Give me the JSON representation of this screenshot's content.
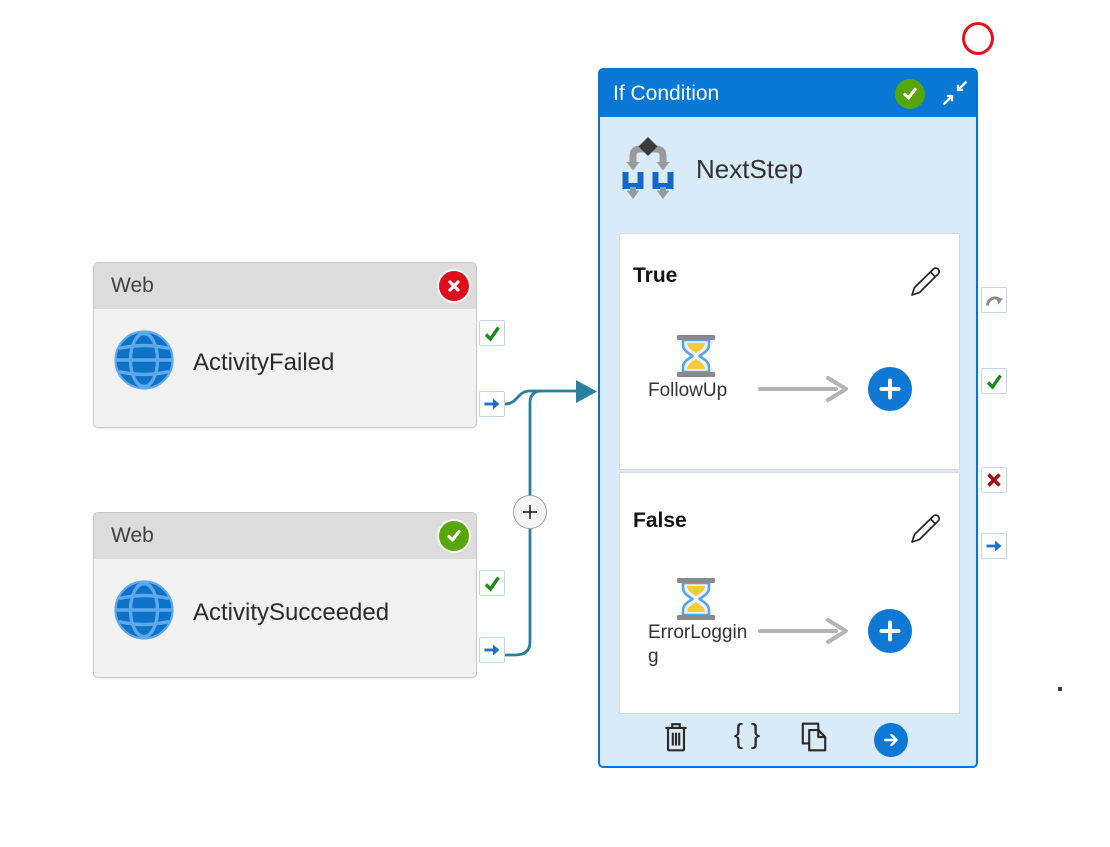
{
  "activities": {
    "web_failed": {
      "type_label": "Web",
      "name": "ActivityFailed",
      "status": "failed"
    },
    "web_succeeded": {
      "type_label": "Web",
      "name": "ActivitySucceeded",
      "status": "succeeded"
    },
    "if_condition": {
      "type_label": "If Condition",
      "name": "NextStep",
      "status": "succeeded",
      "true_branch": {
        "label": "True",
        "activity_name": "FollowUp"
      },
      "false_branch": {
        "label": "False",
        "activity_name": "ErrorLogging"
      }
    }
  },
  "toolbar": {
    "code_label": "{ }"
  },
  "icons": {
    "web_activity": "globe-icon",
    "wait_activity": "hourglass-icon",
    "if_activity": "branch-icon",
    "edit": "pencil-icon",
    "delete": "trash-icon",
    "code": "braces-icon",
    "copy": "copy-pages-icon",
    "open": "arrow-circle-icon",
    "ports": [
      "skipped-arrow-icon",
      "success-check-icon",
      "failure-x-icon",
      "completion-arrow-icon"
    ]
  },
  "colors": {
    "accent": "#0F78D4",
    "if_header": "#0978D4",
    "if_body": "#D9EAF8",
    "if_border": "#0C74CC",
    "web_header": "#DCDCDC",
    "web_body": "#F1F1F1",
    "web_border": "#C8C8C8",
    "badge_green": "#57A608",
    "badge_red": "#E00D1D",
    "port_green": "#1E8A1E",
    "port_red": "#A60F0F",
    "port_blue": "#1F6FD0",
    "port_gray": "#8C8C8C",
    "connector": "#2A7F9D",
    "flow_arrow_gray": "#B3B3B3",
    "annotation_red": "#E8101D"
  }
}
